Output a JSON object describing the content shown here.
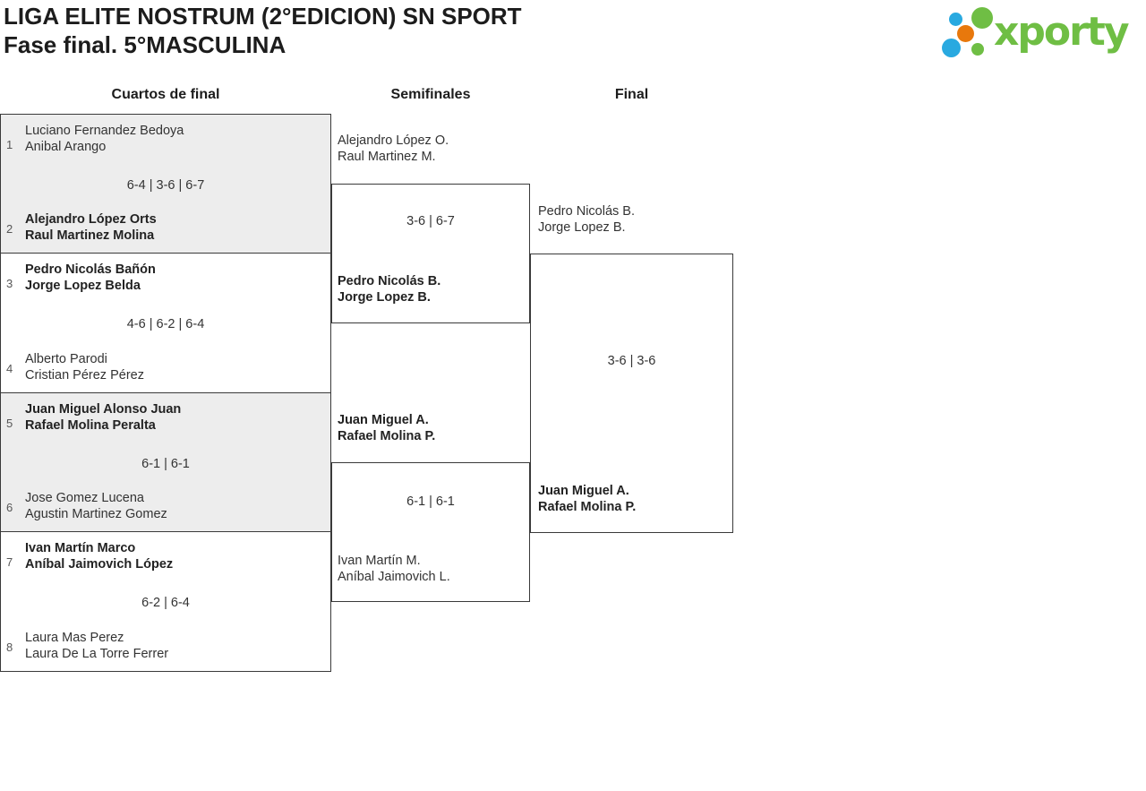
{
  "header": {
    "title_line1": "LIGA ELITE NOSTRUM (2°EDICION) SN SPORT",
    "title_line2": "Fase final. 5°MASCULINA",
    "logo_text": "xporty"
  },
  "columns": {
    "quarterfinals": "Cuartos de final",
    "semifinals": "Semifinales",
    "final": "Final"
  },
  "colors": {
    "logo_green": "#6FBE44",
    "logo_blue": "#29A9E0",
    "logo_orange": "#E8780C",
    "alt_match_bg": "#EDEDED",
    "border": "#3A3A3A"
  },
  "bracket": {
    "quarterfinals": [
      {
        "seed_top": "1",
        "team_top": [
          "Luciano Fernandez Bedoya",
          "Anibal Arango"
        ],
        "top_winner": false,
        "score": "6-4 | 3-6 | 6-7",
        "seed_bottom": "2",
        "team_bottom": [
          "Alejandro López Orts",
          "Raul Martinez Molina"
        ],
        "bottom_winner": true
      },
      {
        "seed_top": "3",
        "team_top": [
          "Pedro Nicolás Bañón",
          "Jorge Lopez Belda"
        ],
        "top_winner": true,
        "score": "4-6 | 6-2 | 6-4",
        "seed_bottom": "4",
        "team_bottom": [
          "Alberto Parodi",
          "Cristian Pérez Pérez"
        ],
        "bottom_winner": false
      },
      {
        "seed_top": "5",
        "team_top": [
          "Juan Miguel Alonso Juan",
          "Rafael Molina Peralta"
        ],
        "top_winner": true,
        "score": "6-1 | 6-1",
        "seed_bottom": "6",
        "team_bottom": [
          "Jose Gomez Lucena",
          "Agustin Martinez Gomez"
        ],
        "bottom_winner": false
      },
      {
        "seed_top": "7",
        "team_top": [
          "Ivan Martín Marco",
          "Aníbal Jaimovich López"
        ],
        "top_winner": true,
        "score": "6-2 | 6-4",
        "seed_bottom": "8",
        "team_bottom": [
          "Laura Mas Perez",
          "Laura De La Torre Ferrer"
        ],
        "bottom_winner": false
      }
    ],
    "semifinals": [
      {
        "team_top": [
          "Alejandro López O.",
          "Raul Martinez M."
        ],
        "top_winner": false,
        "score": "3-6 | 6-7",
        "team_bottom": [
          "Pedro Nicolás B.",
          "Jorge Lopez B."
        ],
        "bottom_winner": true
      },
      {
        "team_top": [
          "Juan Miguel A.",
          "Rafael Molina P."
        ],
        "top_winner": true,
        "score": "6-1 | 6-1",
        "team_bottom": [
          "Ivan Martín M.",
          "Aníbal Jaimovich L."
        ],
        "bottom_winner": false
      }
    ],
    "final": {
      "team_top": [
        "Pedro Nicolás B.",
        "Jorge Lopez B."
      ],
      "top_winner": false,
      "score": "3-6 | 3-6",
      "team_bottom": [
        "Juan Miguel A.",
        "Rafael Molina P."
      ],
      "bottom_winner": true
    }
  }
}
